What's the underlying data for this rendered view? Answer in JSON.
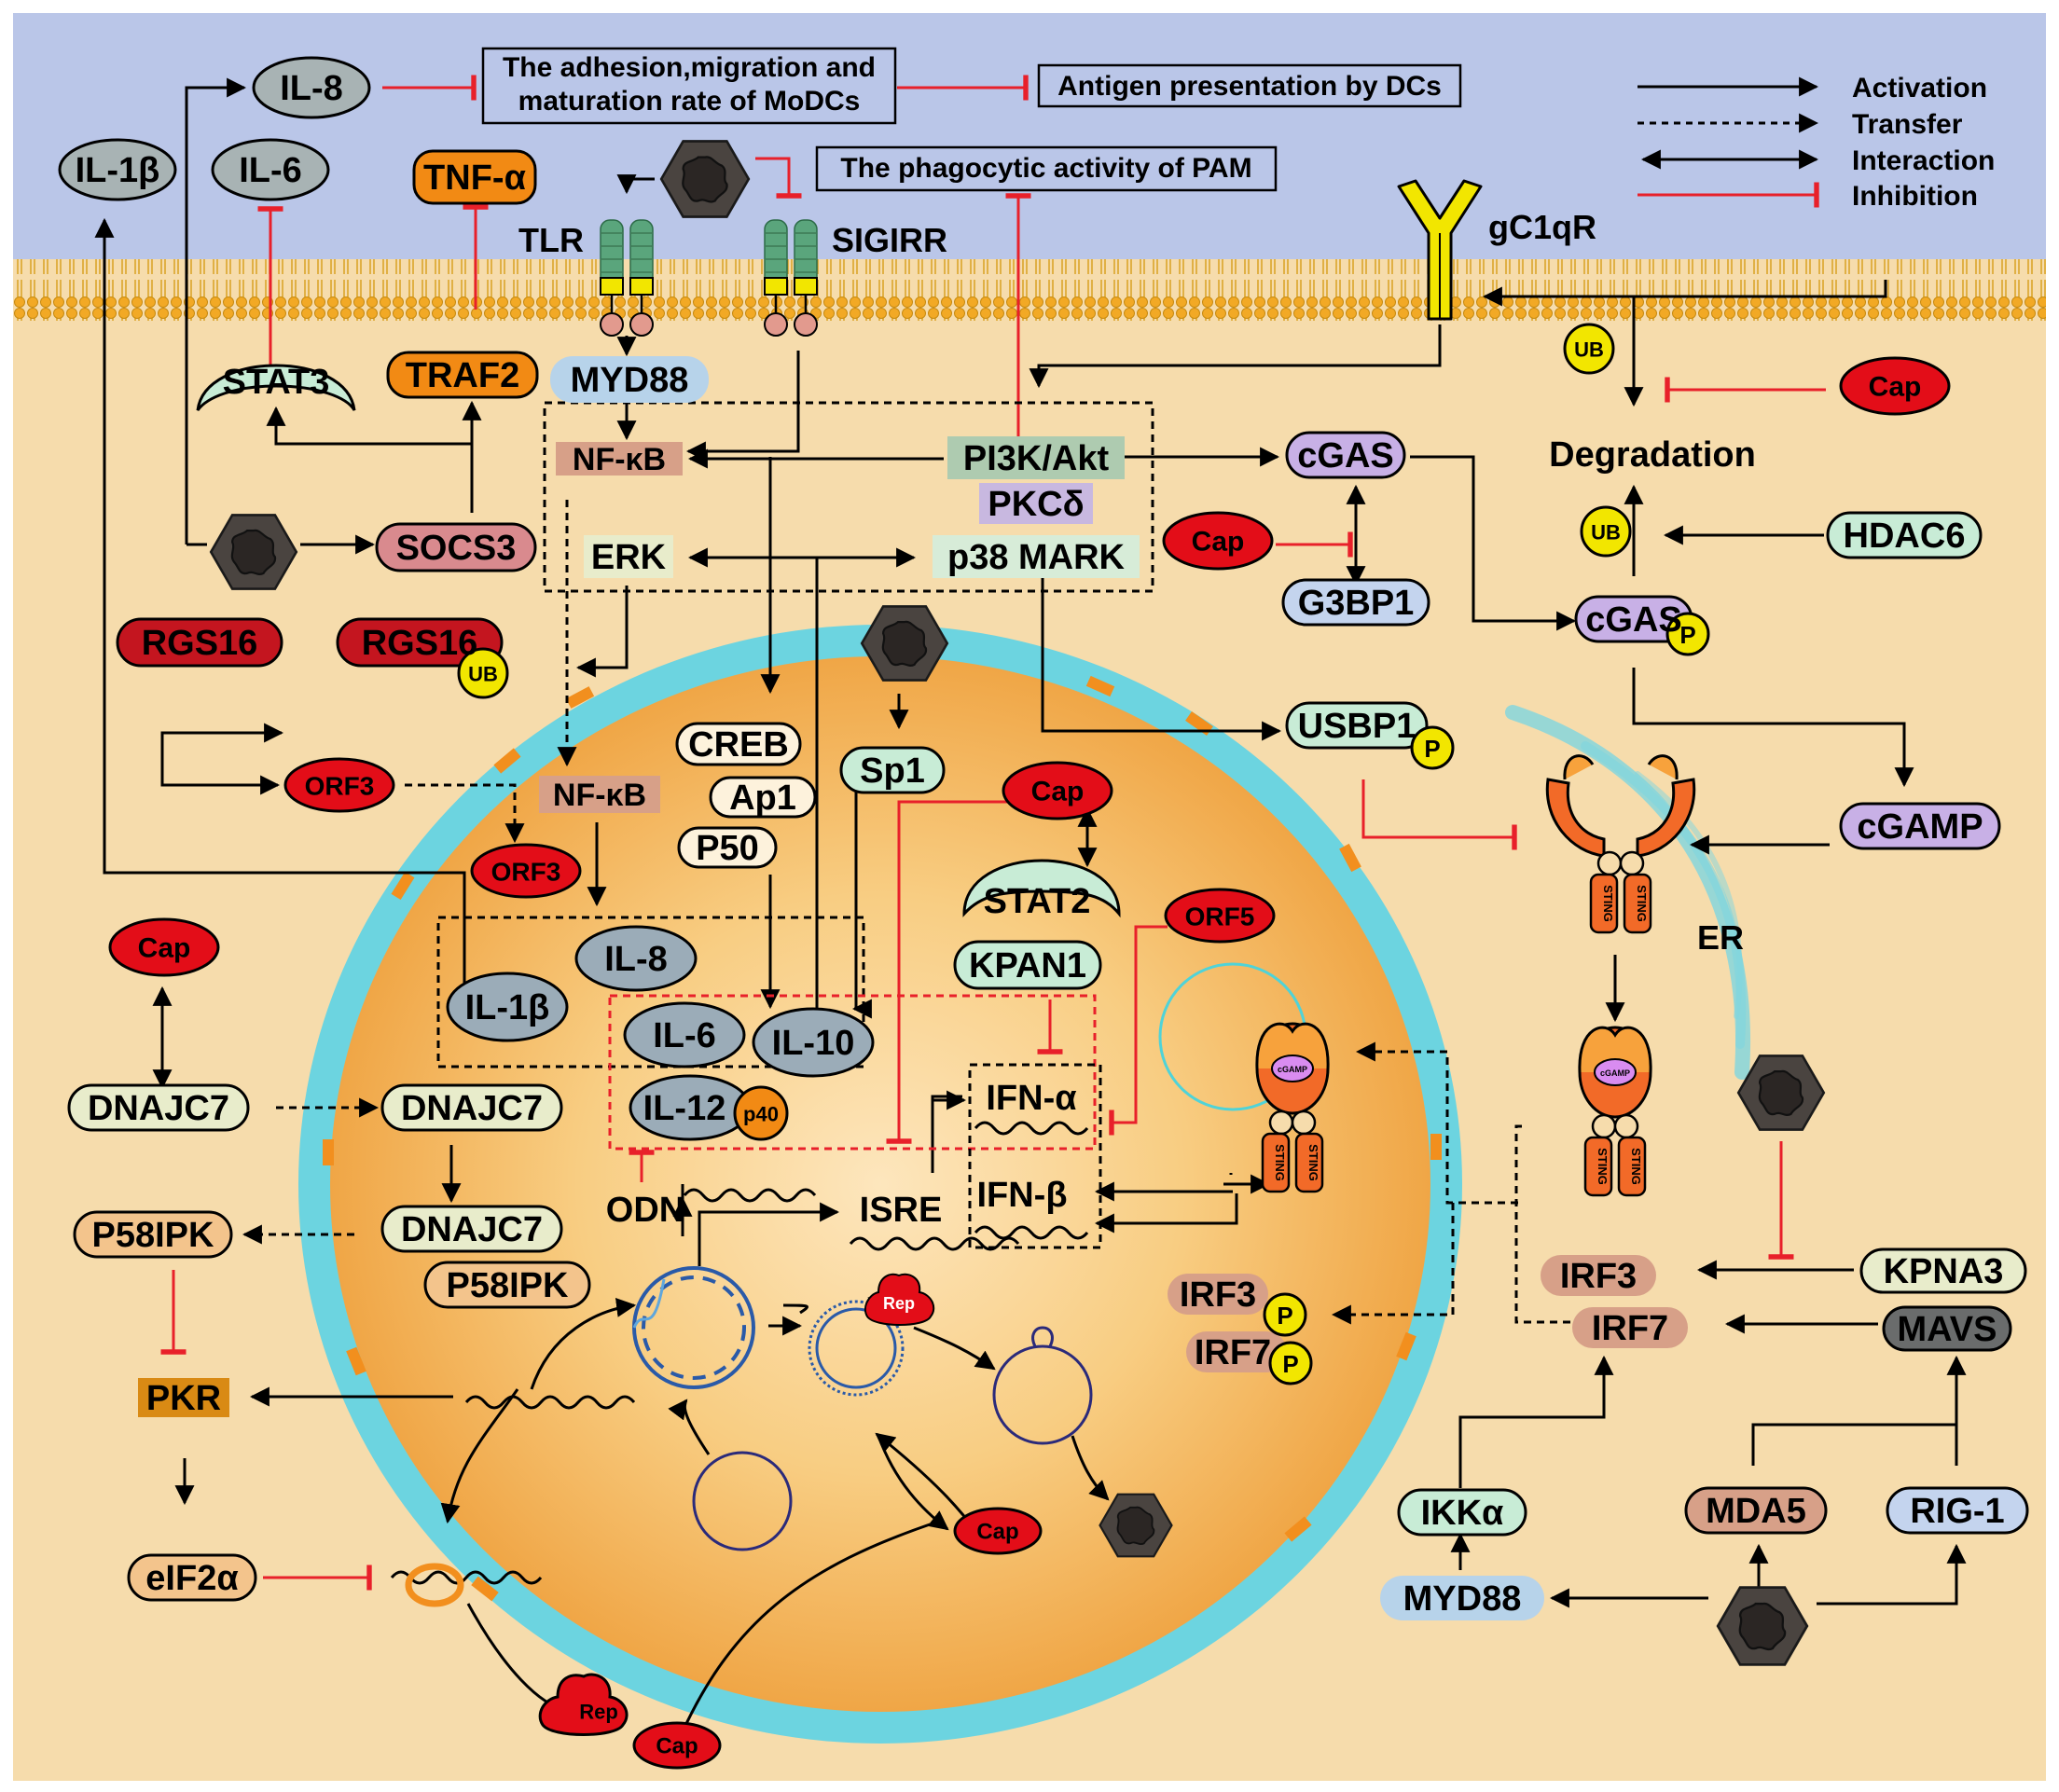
{
  "colors": {
    "extracellular": "#bac6e8",
    "cytoplasm": "#f6dcac",
    "nucleus_center": "#fbe2b6",
    "nucleus_edge": "#f2a84a",
    "envelope": "#6cd4e0",
    "inhibition": "#e8202a",
    "virus_red": "#e30d18",
    "yellow": "#f2e600",
    "receptor_green": "#5aa57c"
  },
  "legend": {
    "activation": "Activation",
    "transfer": "Transfer",
    "interaction": "Interaction",
    "inhibition": "Inhibition"
  },
  "boxes": {
    "modc": [
      "The adhesion,migration and",
      "maturation rate of MoDCs"
    ],
    "dc": "Antigen presentation by DCs",
    "pam": "The phagocytic activity of PAM"
  },
  "labels": {
    "il8_top": "IL-8",
    "il1b_top": "IL-1β",
    "il6_top": "IL-6",
    "tnfa": "TNF-α",
    "tlr": "TLR",
    "sigirr": "SIGIRR",
    "gc1qr": "gC1qR",
    "stat3": "STAT3",
    "traf2": "TRAF2",
    "myd88_top": "MYD88",
    "nfkb_top": "NF-κB",
    "pi3k": "PI3K/Akt",
    "pkcd": "PKCδ",
    "erk": "ERK",
    "p38": "p38 MARK",
    "socs3": "SOCS3",
    "cgas1": "cGAS",
    "cgas2": "cGAS",
    "g3bp1": "G3BP1",
    "degradation": "Degradation",
    "hdac6": "HDAC6",
    "ub": "UB",
    "p": "P",
    "cap": "Cap",
    "rgs16": "RGS16",
    "rgs16ub": "RGS16",
    "orf3": "ORF3",
    "orf5": "ORF5",
    "nfkb_nuc": "NF-κB",
    "creb": "CREB",
    "ap1": "Ap1",
    "p50": "P50",
    "sp1": "Sp1",
    "usbp1": "USBP1",
    "cgamp": "cGAMP",
    "stat2": "STAT2",
    "kpan1": "KPAN1",
    "il8_nuc": "IL-8",
    "il1b_nuc": "IL-1β",
    "il6_nuc": "IL-6",
    "il10": "IL-10",
    "il12": "IL-12",
    "p40": "p40",
    "ifna": "IFN-α",
    "ifnb": "IFN-β",
    "isre": "ISRE",
    "odn": "ODN",
    "er": "ER",
    "sting": "STING",
    "cgamp_small": "cGAMP",
    "irf3_nuc": "IRF3",
    "irf7_nuc": "IRF7",
    "irf3": "IRF3",
    "irf7": "IRF7",
    "kpna3": "KPNA3",
    "mavs": "MAVS",
    "dnajc7_a": "DNAJC7",
    "dnajc7_b": "DNAJC7",
    "dnajc7_c": "DNAJC7",
    "p58ipk_a": "P58IPK",
    "p58ipk_b": "P58IPK",
    "pkr": "PKR",
    "eif2a": "eIF2α",
    "rep": "Rep",
    "ikka": "IKKα",
    "myd88_bottom": "MYD88",
    "mda5": "MDA5",
    "rig1": "RIG-1"
  }
}
